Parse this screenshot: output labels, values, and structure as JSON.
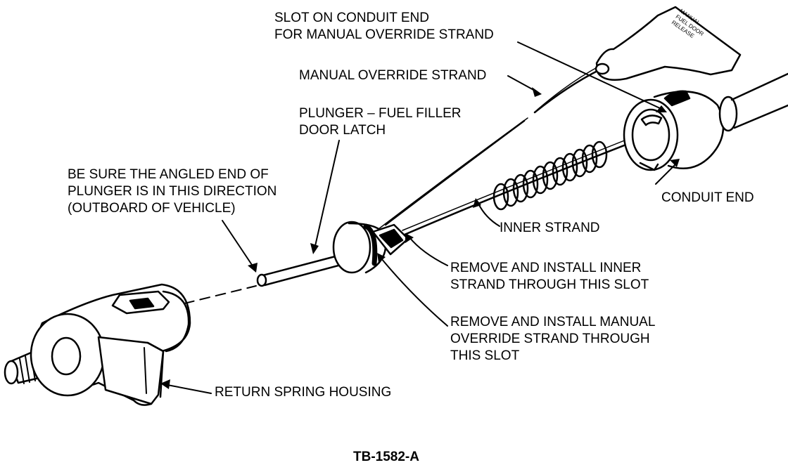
{
  "labels": {
    "slot_conduit": [
      "SLOT ON CONDUIT END",
      "FOR MANUAL OVERRIDE STRAND"
    ],
    "manual_override": "MANUAL OVERRIDE STRAND",
    "plunger": [
      "PLUNGER – FUEL FILLER",
      "DOOR LATCH"
    ],
    "angled_end": [
      "BE SURE THE ANGLED END OF",
      "PLUNGER IS IN THIS DIRECTION",
      "(OUTBOARD OF VEHICLE)"
    ],
    "conduit_end": "CONDUIT END",
    "inner_strand": "INNER STRAND",
    "remove_inner": [
      "REMOVE AND INSTALL INNER",
      "STRAND THROUGH THIS SLOT"
    ],
    "remove_manual": [
      "REMOVE AND INSTALL MANUAL",
      "OVERRIDE STRAND THROUGH",
      "THIS SLOT"
    ],
    "return_spring": "RETURN SPRING HOUSING",
    "tag_text": [
      "MANUAL",
      "FUEL DOOR",
      "RELEASE"
    ]
  },
  "figure_id": "TB-1582-A",
  "colors": {
    "ink": "#000000",
    "paper": "#ffffff"
  }
}
